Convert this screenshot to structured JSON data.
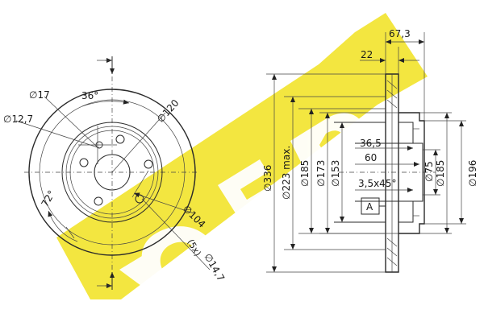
{
  "brand": {
    "name": "ICER",
    "color": "#f3e640"
  },
  "front_view": {
    "labels": {
      "d17": "∅17",
      "d12_7": "∅12,7",
      "angle36": "36°",
      "d120": "∅120",
      "angle72": "72°",
      "d104": "∅104",
      "holes": "(5x)",
      "d14_7": "∅14,7"
    }
  },
  "side_view": {
    "labels": {
      "w67_3": "67,3",
      "w22": "22",
      "d336": "∅336",
      "d223": "∅223 max.",
      "d185a": "∅185",
      "d173": "∅173",
      "d153": "∅153",
      "h36_5": "36,5",
      "h60": "60",
      "chamfer": "3,5x45°",
      "d75": "∅75",
      "d185b": "∅185",
      "d196": "∅196",
      "ref_a": "A"
    }
  }
}
